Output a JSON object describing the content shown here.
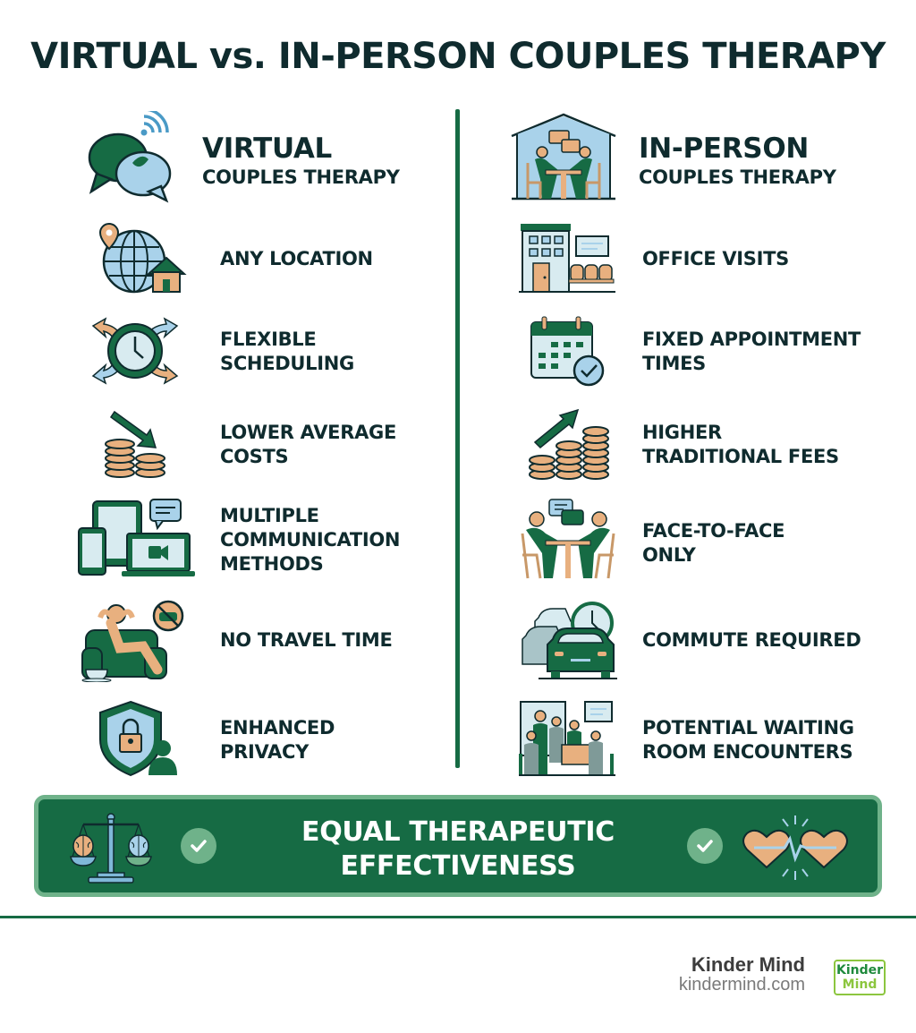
{
  "title": "VIRTUAL vs. IN-PERSON COUPLES THERAPY",
  "colors": {
    "dark_text": "#0f2b2e",
    "primary_green": "#166b44",
    "light_green": "#6fb28a",
    "light_blue": "#a9d2ea",
    "tan": "#e8b07f",
    "logo_green": "#1f8a3c",
    "logo_lime": "#8cc63f"
  },
  "virtual": {
    "heading": "VIRTUAL",
    "subheading": "COUPLES THERAPY",
    "heading_icon": "chat-bubbles-wifi-icon",
    "items": [
      {
        "label": "ANY LOCATION",
        "icon": "globe-home-pin-icon"
      },
      {
        "label": "FLEXIBLE\nSCHEDULING",
        "icon": "clock-arrows-icon"
      },
      {
        "label": "LOWER AVERAGE\nCOSTS",
        "icon": "coins-down-arrow-icon"
      },
      {
        "label": "MULTIPLE\nCOMMUNICATION\nMETHODS",
        "icon": "devices-chat-video-icon"
      },
      {
        "label": "NO TRAVEL TIME",
        "icon": "relaxing-armchair-no-car-icon"
      },
      {
        "label": "ENHANCED\nPRIVACY",
        "icon": "shield-lock-person-icon"
      }
    ]
  },
  "in_person": {
    "heading": "IN-PERSON",
    "subheading": "COUPLES THERAPY",
    "heading_icon": "house-couple-table-icon",
    "items": [
      {
        "label": "OFFICE VISITS",
        "icon": "office-building-chairs-icon"
      },
      {
        "label": "FIXED APPOINTMENT\nTIMES",
        "icon": "calendar-check-icon"
      },
      {
        "label": "HIGHER\nTRADITIONAL FEES",
        "icon": "coins-up-arrow-icon"
      },
      {
        "label": "FACE-TO-FACE\nONLY",
        "icon": "two-people-table-chat-icon"
      },
      {
        "label": "COMMUTE REQUIRED",
        "icon": "cars-clock-icon"
      },
      {
        "label": "POTENTIAL WAITING\nROOM ENCOUNTERS",
        "icon": "waiting-room-people-icon"
      }
    ]
  },
  "banner": {
    "text": "EQUAL THERAPEUTIC\nEFFECTIVENESS",
    "left_icon": "scale-brains-icon",
    "right_icon": "hearts-heartbeat-icon",
    "check_icon": "check-circle-icon"
  },
  "footer": {
    "brand_name": "Kinder Mind",
    "brand_url": "kindermind.com",
    "logo_line1": "Kinder",
    "logo_line2": "Mind"
  }
}
